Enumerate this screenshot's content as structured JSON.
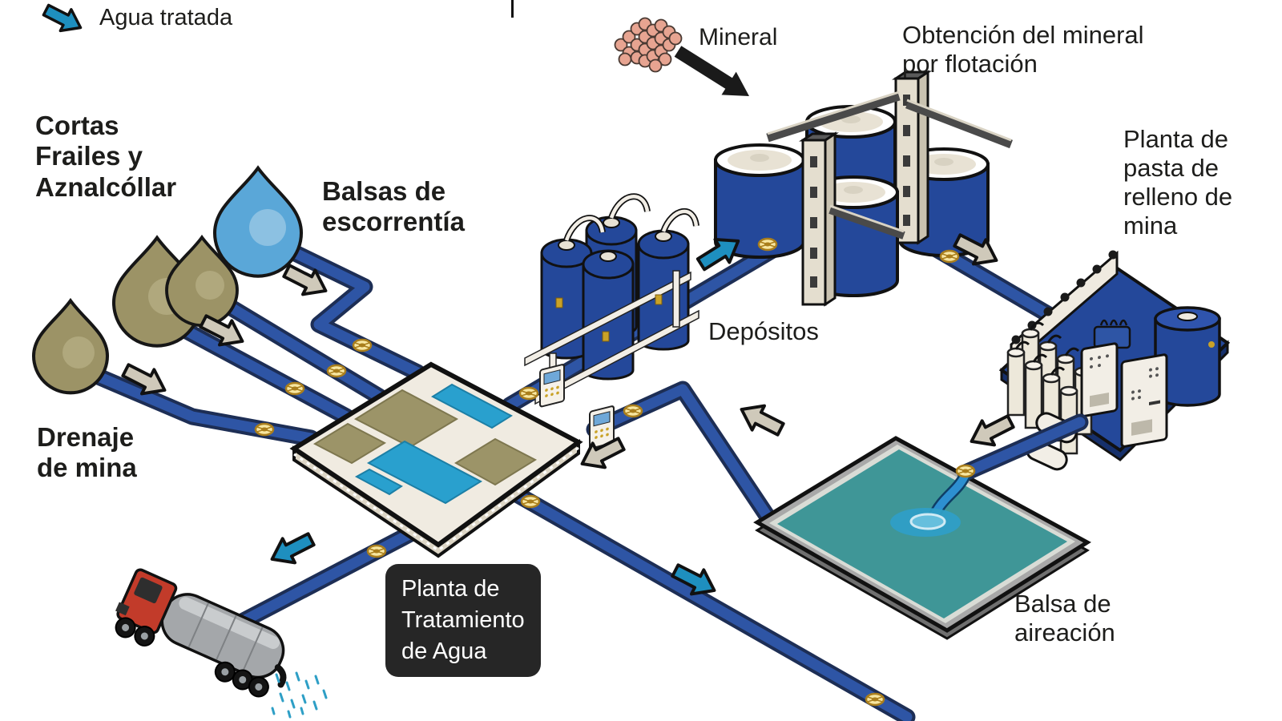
{
  "legend": {
    "icon": "treated-water-arrow-icon",
    "label": "Agua tratada"
  },
  "labels": {
    "cortas": "Cortas\nFrailes y\nAznalcóllar",
    "balsas_escorrentia": "Balsas de\nescorrentía",
    "drenaje": "Drenaje\nde mina",
    "mineral": "Mineral",
    "flotacion": "Obtención del mineral\npor flotación",
    "pasta": "Planta de\npasta de\nrelleno de\nmina",
    "depositos": "Depósitos",
    "treatment": "Planta de\nTratamiento\nde Agua",
    "aireacion": "Balsa de\naireación"
  },
  "colors": {
    "pipe": "#2E55A5",
    "pipe_outline": "#1D2E55",
    "treated_water_arrow": "#1E8FBF",
    "process_arrow": "#CFC9BA",
    "mine_water_drop": "#9C9366",
    "runoff_drop": "#5AA7D8",
    "tank_blue": "#24489A",
    "pond_water": "#3F9697",
    "pool_blue": "#29A0CE",
    "pool_olive": "#9C9468",
    "platform": "#F0EBE1",
    "valve": "#E3BC4F",
    "label_box_bg": "#262626",
    "mineral_ore": "#E7A491"
  }
}
